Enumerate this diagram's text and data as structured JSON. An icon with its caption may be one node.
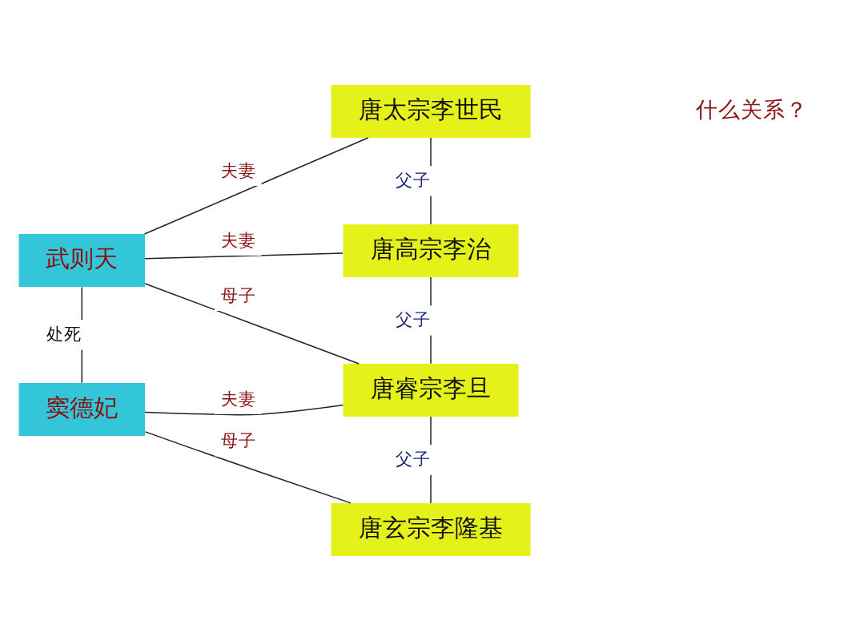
{
  "diagram": {
    "nodes": [
      {
        "text": [
          "唐太宗李世民"
        ]
      },
      {
        "text": [
          "武则天"
        ]
      },
      {
        "text": [
          "唐高宗李治"
        ]
      },
      {
        "text": [
          "窦德妃"
        ]
      },
      {
        "text": [
          "唐睿宗李旦"
        ]
      },
      {
        "text": [
          "唐玄宗李隆基"
        ]
      }
    ],
    "edges": [
      {
        "from": 1,
        "to": 0,
        "arrow": "none",
        "label": "夫妻"
      },
      {
        "from": 1,
        "to": 2,
        "arrow": "none",
        "label": "夫妻"
      },
      {
        "from": 1,
        "to": 4,
        "arrow": "none",
        "label": "母子"
      },
      {
        "from": 0,
        "to": 2,
        "arrow": "none",
        "label": "父子"
      },
      {
        "from": 2,
        "to": 4,
        "arrow": "none",
        "label": "父子"
      },
      {
        "from": 1,
        "to": 3,
        "arrow": "none",
        "label": "处死"
      },
      {
        "from": 3,
        "to": 4,
        "arrow": "none",
        "label": "夫妻"
      },
      {
        "from": 4,
        "to": 5,
        "arrow": "none",
        "label": "父子"
      },
      {
        "from": 3,
        "to": 5,
        "arrow": "none",
        "label": "母子"
      }
    ],
    "labels": [
      "什么关系？"
    ]
  }
}
